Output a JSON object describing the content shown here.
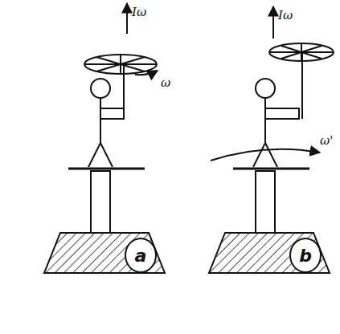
{
  "diagram": {
    "nodes": [
      {
        "text": [
          "a"
        ]
      },
      {
        "text": [
          "b"
        ]
      }
    ],
    "labels": [
      "Iω",
      "ω",
      "Iω",
      "ω'"
    ]
  }
}
